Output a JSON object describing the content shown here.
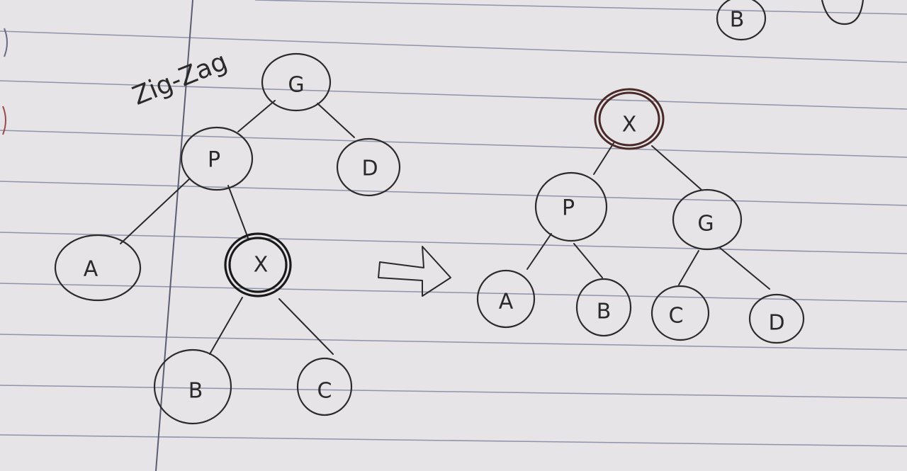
{
  "title": "Zig-Zag",
  "left_tree": {
    "nodes": {
      "G": "G",
      "P": "P",
      "D": "D",
      "A": "A",
      "X": "X",
      "B": "B",
      "C": "C"
    }
  },
  "right_tree": {
    "nodes": {
      "X": "X",
      "P": "P",
      "G": "G",
      "A": "A",
      "B": "B",
      "C": "C",
      "D": "D"
    }
  },
  "corner_fragment": {
    "label": "B"
  }
}
